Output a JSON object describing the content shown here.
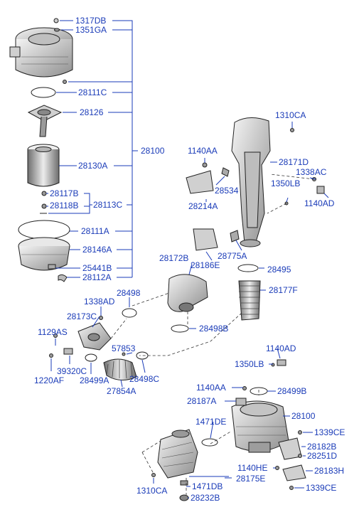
{
  "labels": {
    "p1317DB": "1317DB",
    "p1351GA": "1351GA",
    "p28111C": "28111C",
    "p28126": "28126",
    "p28100a": "28100",
    "p28130A": "28130A",
    "p28117B": "28117B",
    "p28118B": "28118B",
    "p28113C": "28113C",
    "p28111A": "28111A",
    "p28146A": "28146A",
    "p25441B": "25441B",
    "p28112A": "28112A",
    "p1310CAa": "1310CA",
    "p1140AAa": "1140AA",
    "p28171D": "28171D",
    "p1338ACa": "1338AC",
    "p28534": "28534",
    "p1350LBa": "1350LB",
    "p1140ADa": "1140AD",
    "p28214A": "28214A",
    "p28775A": "28775A",
    "p28186E": "28186E",
    "p28172B": "28172B",
    "p28495": "28495",
    "p28177F": "28177F",
    "p28498a": "28498",
    "p1338AD": "1338AD",
    "p28173C": "28173C",
    "p28498B": "28498B",
    "p1129AS": "1129AS",
    "p57853": "57853",
    "p39320C": "39320C",
    "p28499A": "28499A",
    "p28498C": "28498C",
    "p1220AF": "1220AF",
    "p27854A": "27854A",
    "p1140ADb": "1140AD",
    "p1350LBb": "1350LB",
    "p1140AAb": "1140AA",
    "p28499B": "28499B",
    "p28187A": "28187A",
    "p28100b": "28100",
    "p1471DEa": "1471DE",
    "p1339CEa": "1339CE",
    "p28182B": "28182B",
    "p28251D": "28251D",
    "p1140HE": "1140HE",
    "p28183H": "28183H",
    "p28175E": "28175E",
    "p1471DEb": "1471DB",
    "p1339CEb": "1339CE",
    "p1310CAb": "1310CA",
    "p28232B": "28232B"
  },
  "colors": {
    "callout": "#1a3bb8",
    "outline": "#222222",
    "fill": "#dcdcdc",
    "shade": "#9a9a9a"
  }
}
